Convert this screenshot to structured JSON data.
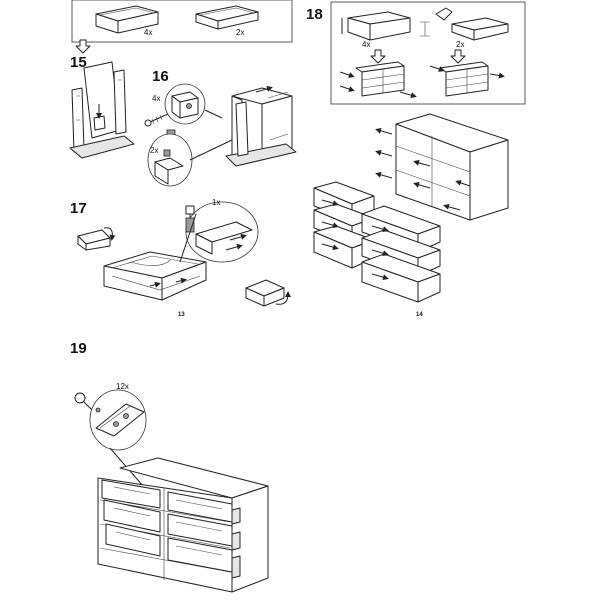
{
  "page_left": {
    "page_number": "13",
    "top_panel": {
      "qty_left": "4x",
      "qty_right": "2x"
    },
    "step15": {
      "number": "15"
    },
    "step16": {
      "number": "16",
      "qty_screws": "4x",
      "qty_dowels": "2x"
    },
    "step17": {
      "number": "17",
      "qty_detail": "1x"
    }
  },
  "page_right": {
    "page_number": "14",
    "step18": {
      "number": "18",
      "qty_left": "4x",
      "qty_right": "2x"
    }
  },
  "step19": {
    "number": "19",
    "qty_screws": "12x"
  },
  "icons": [
    "arrow-down-icon",
    "hand-icon",
    "screwdriver-icon",
    "rotate-arrow-icon"
  ]
}
